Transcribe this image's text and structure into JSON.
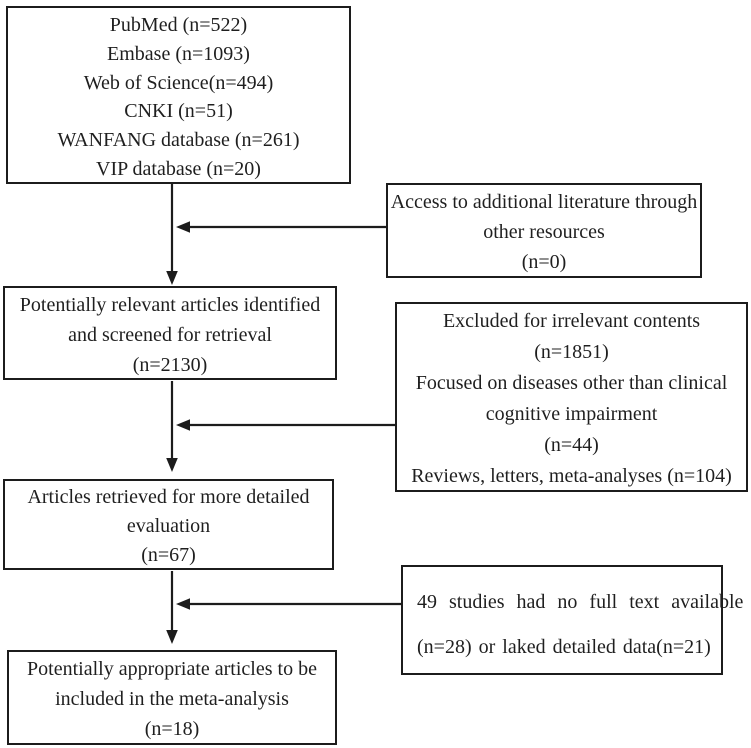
{
  "colors": {
    "ink": "#1c1c1c",
    "background": "#ffffff"
  },
  "boxes": {
    "sources": {
      "lines": [
        "PubMed (n=522)",
        "Embase (n=1093)",
        "Web of Science(n=494)",
        "CNKI (n=51)",
        "WANFANG database (n=261)",
        "VIP database (n=20)"
      ]
    },
    "additional": {
      "lines": [
        "Access to additional literature through",
        "other resources",
        "(n=0)"
      ]
    },
    "screened": {
      "lines": [
        "Potentially relevant articles identified",
        "and screened for retrieval",
        "(n=2130)"
      ]
    },
    "excluded": {
      "lines": [
        "Excluded for irrelevant contents",
        "(n=1851)",
        "Focused on diseases other than clinical",
        "cognitive impairment",
        "(n=44)",
        "Reviews, letters, meta-analyses (n=104)"
      ]
    },
    "retrieved": {
      "lines": [
        "Articles retrieved for more detailed",
        "evaluation",
        "(n=67)"
      ]
    },
    "fulltext": {
      "lines": [
        "49 studies had no full text available",
        "(n=28) or laked detailed data(n=21)"
      ]
    },
    "included": {
      "lines": [
        "Potentially appropriate articles to be",
        "included in the meta-analysis",
        "(n=18)"
      ]
    }
  }
}
